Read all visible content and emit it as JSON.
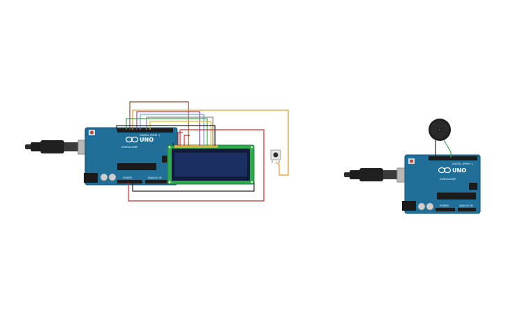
{
  "circuit": {
    "boards": [
      {
        "id": "arduino-left",
        "model_label": "UNO",
        "silk_digital": "DIGITAL (PWM~)",
        "silk_analog": "ANALOG IN",
        "silk_power": "POWER",
        "chip_label": "ATMEGA328P"
      },
      {
        "id": "arduino-right",
        "model_label": "UNO",
        "silk_digital": "DIGITAL (PWM~)",
        "silk_analog": "ANALOG IN",
        "silk_power": "POWER",
        "chip_label": "ATMEGA328P"
      }
    ],
    "components": [
      "lcd-16x2",
      "push-button",
      "piezo-buzzer",
      "usb-cable-left",
      "usb-cable-right"
    ],
    "colors": {
      "board_blue": "#1f6f99",
      "board_edge": "#15557a",
      "lcd_pcb": "#2fa84f",
      "lcd_screen": "#1b2f63",
      "header_black": "#1c1c1c",
      "chip_black": "#1a1a1a",
      "wire_red": "#cc2b2b",
      "wire_black": "#222222",
      "wire_orange": "#e8962a",
      "wire_brown": "#8b4b2b",
      "wire_purple": "#8e3fa0",
      "wire_blue": "#4a7fd0",
      "wire_green": "#3aa64a",
      "wire_yellow": "#e0c020",
      "wire_gray": "#888888"
    }
  }
}
